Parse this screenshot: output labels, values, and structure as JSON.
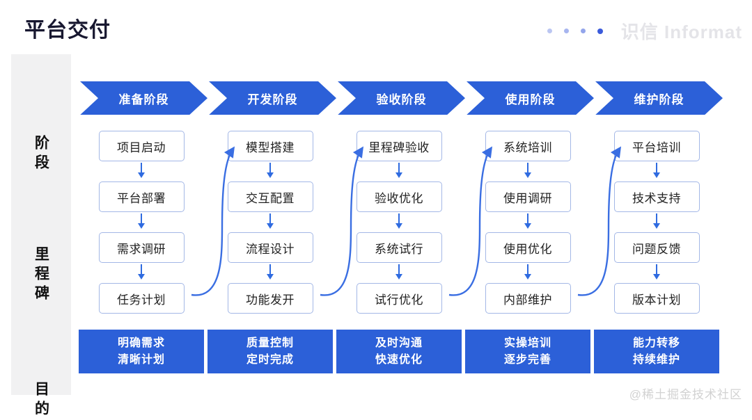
{
  "page": {
    "title": "平台交付",
    "watermark": "@稀土掘金技术社区"
  },
  "brand": {
    "logo_text": "识信 Informat",
    "dot_icons": [
      "dot",
      "dot",
      "dot",
      "dot"
    ]
  },
  "colors": {
    "primary_blue": "#2c60d8",
    "connector_blue": "#3a6ee2",
    "milestone_border": "#a3b7e6",
    "sidebar_bg": "#f1f1f2",
    "title_color": "#181830",
    "logo_gray": "#e4e4e8",
    "watermark_gray": "#d2d2d2"
  },
  "sidebar": {
    "labels": [
      "阶段",
      "里程碑",
      "目的"
    ]
  },
  "stages": [
    {
      "label": "准备阶段",
      "milestones": [
        "项目启动",
        "平台部署",
        "需求调研",
        "任务计划"
      ],
      "purpose": [
        "明确需求",
        "清晰计划"
      ]
    },
    {
      "label": "开发阶段",
      "milestones": [
        "模型搭建",
        "交互配置",
        "流程设计",
        "功能发开"
      ],
      "purpose": [
        "质量控制",
        "定时完成"
      ]
    },
    {
      "label": "验收阶段",
      "milestones": [
        "里程碑验收",
        "验收优化",
        "系统试行",
        "试行优化"
      ],
      "purpose": [
        "及时沟通",
        "快速优化"
      ]
    },
    {
      "label": "使用阶段",
      "milestones": [
        "系统培训",
        "使用调研",
        "使用优化",
        "内部维护"
      ],
      "purpose": [
        "实操培训",
        "逐步完善"
      ]
    },
    {
      "label": "维护阶段",
      "milestones": [
        "平台培训",
        "技术支持",
        "问题反馈",
        "版本计划"
      ],
      "purpose": [
        "能力转移",
        "持续维护"
      ]
    }
  ]
}
